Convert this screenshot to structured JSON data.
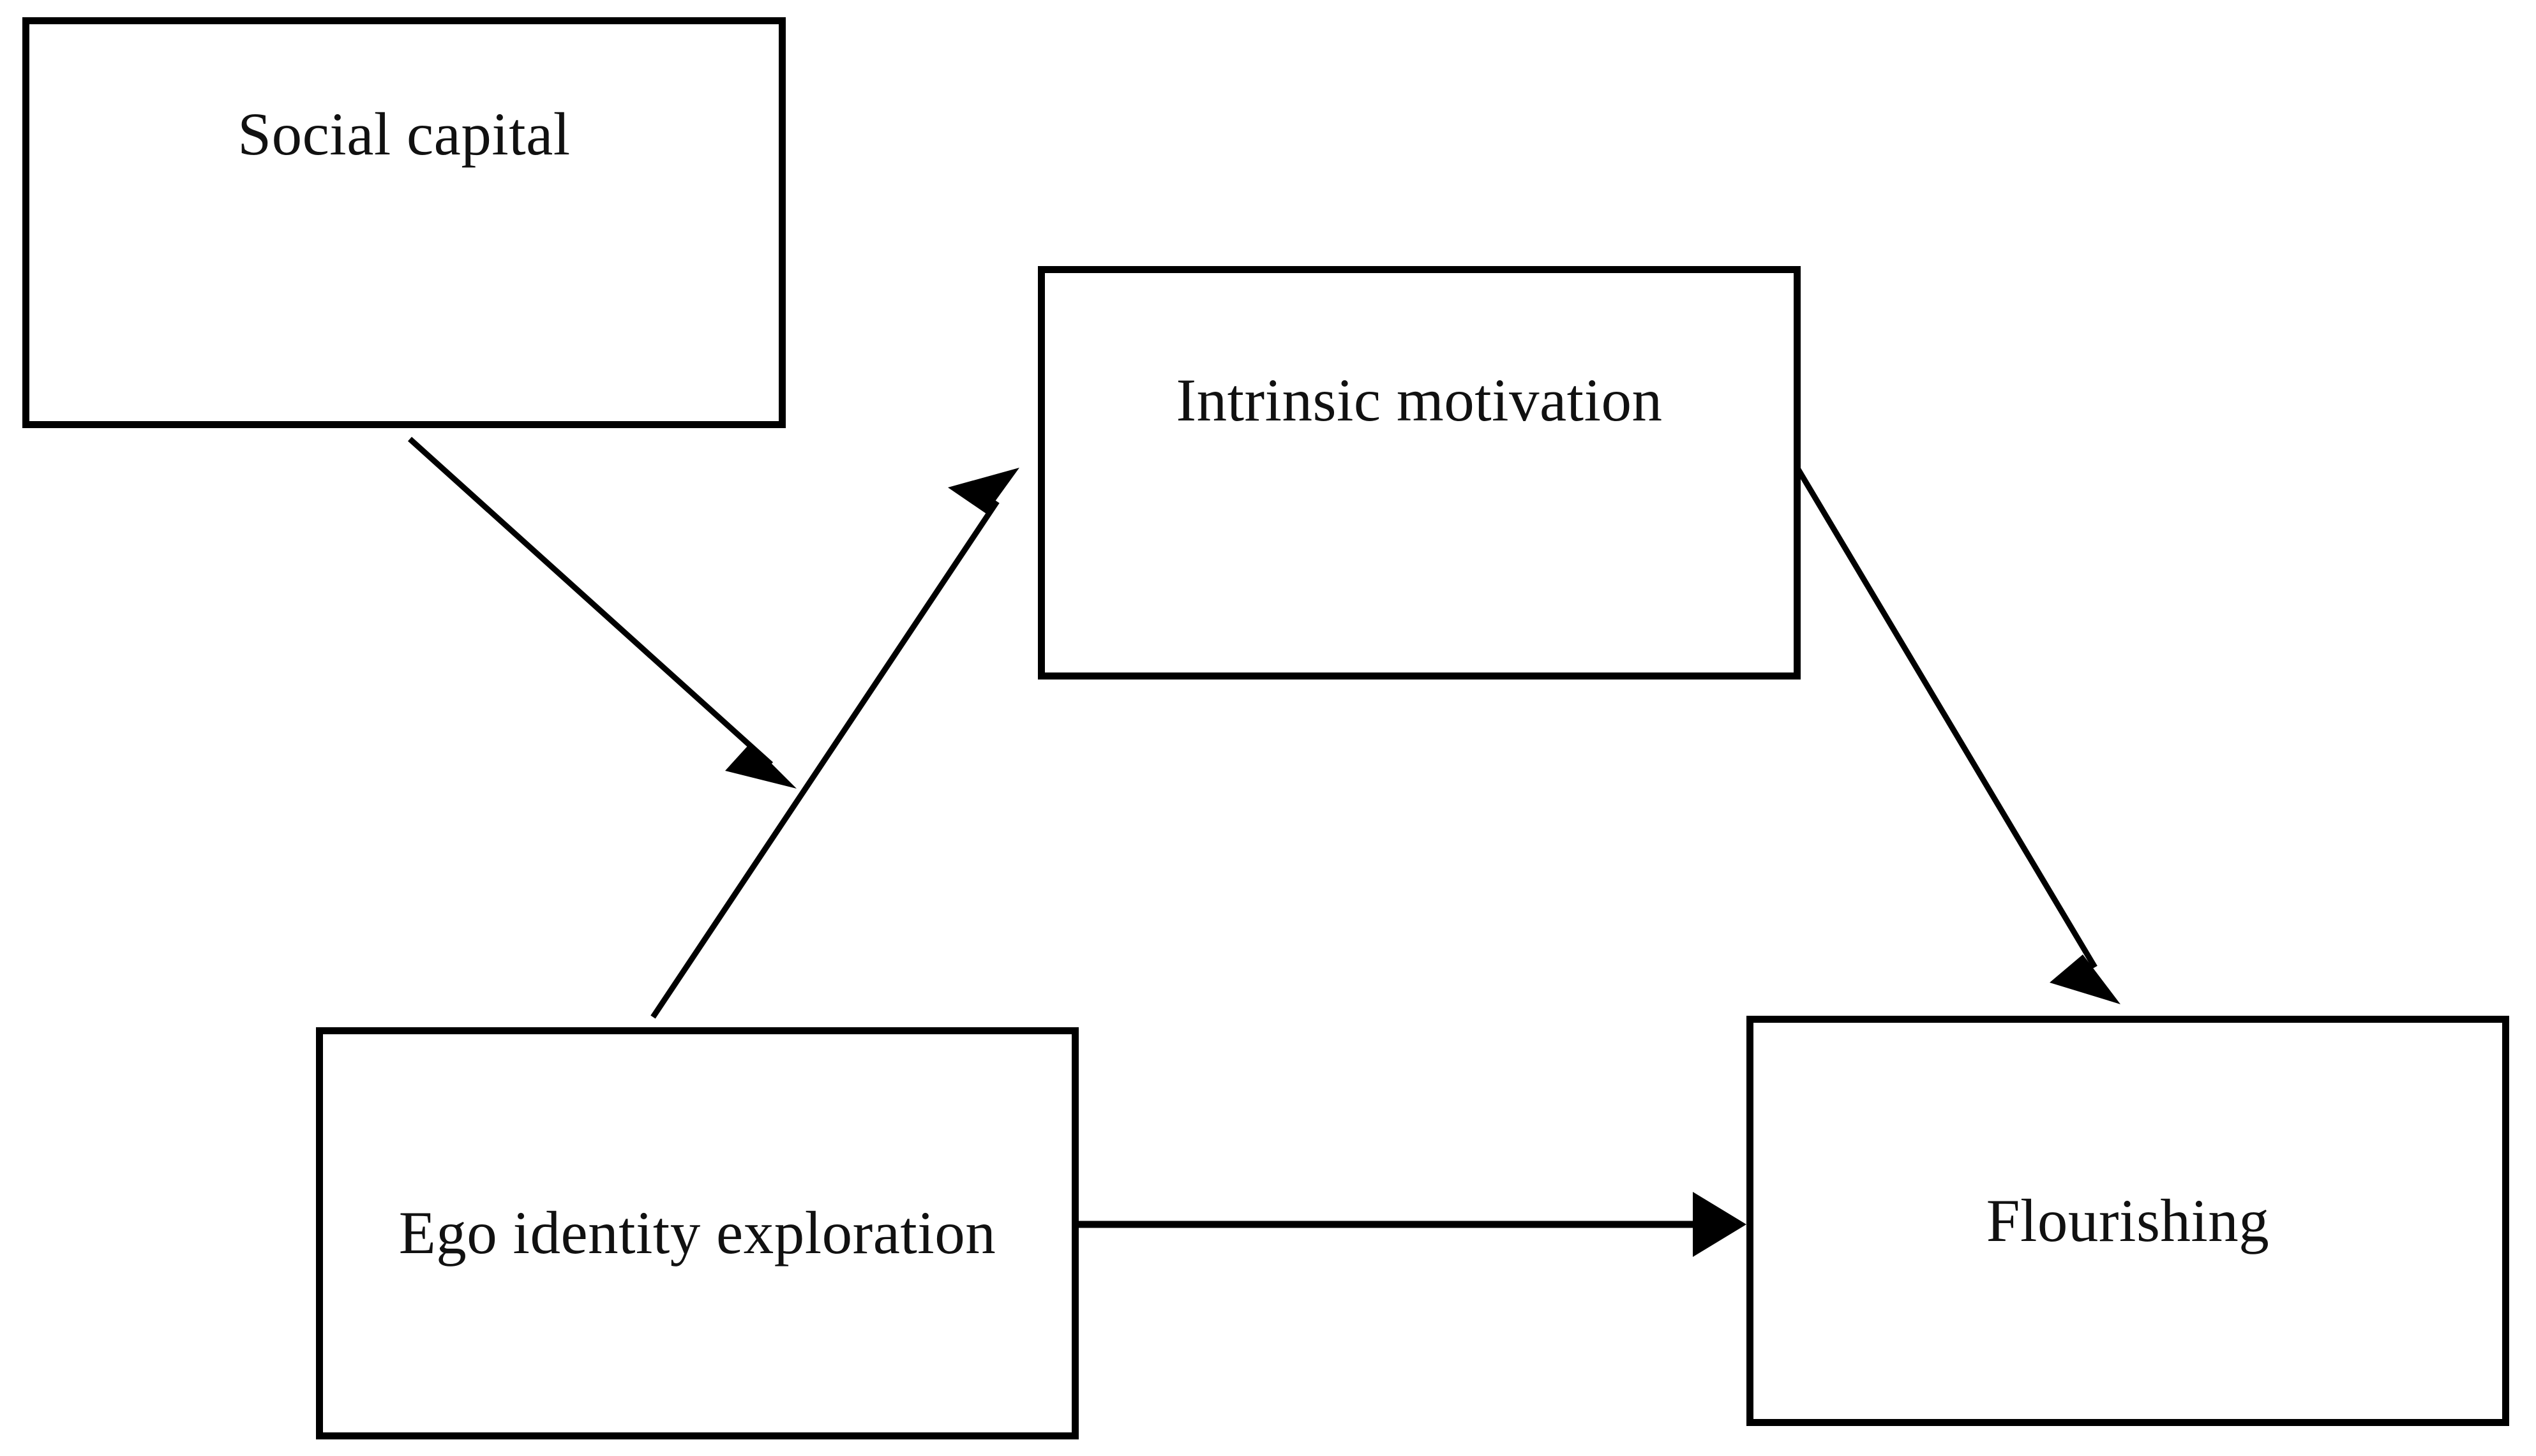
{
  "diagram": {
    "type": "conceptual-model",
    "background_color": "#ffffff",
    "line_color": "#000000",
    "text_color": "#111111",
    "nodes": [
      {
        "id": "social-capital",
        "label": "Social capital"
      },
      {
        "id": "intrinsic-motivation",
        "label": "Intrinsic motivation"
      },
      {
        "id": "ego-identity",
        "label": "Ego identity exploration"
      },
      {
        "id": "flourishing",
        "label": "Flourishing"
      }
    ],
    "edges": [
      {
        "id": "social-capital-to-ego-path",
        "from": "social-capital",
        "to": "ego-identity",
        "style": "solid",
        "arrowhead": "end",
        "label": ""
      },
      {
        "id": "ego-identity-to-intrinsic",
        "from": "ego-identity",
        "to": "intrinsic-motivation",
        "style": "solid",
        "arrowhead": "end",
        "label": ""
      },
      {
        "id": "intrinsic-to-flourishing",
        "from": "intrinsic-motivation",
        "to": "flourishing",
        "style": "solid",
        "arrowhead": "end",
        "label": ""
      },
      {
        "id": "ego-identity-to-flourishing",
        "from": "ego-identity",
        "to": "flourishing",
        "style": "solid",
        "arrowhead": "end",
        "label": ""
      }
    ]
  }
}
